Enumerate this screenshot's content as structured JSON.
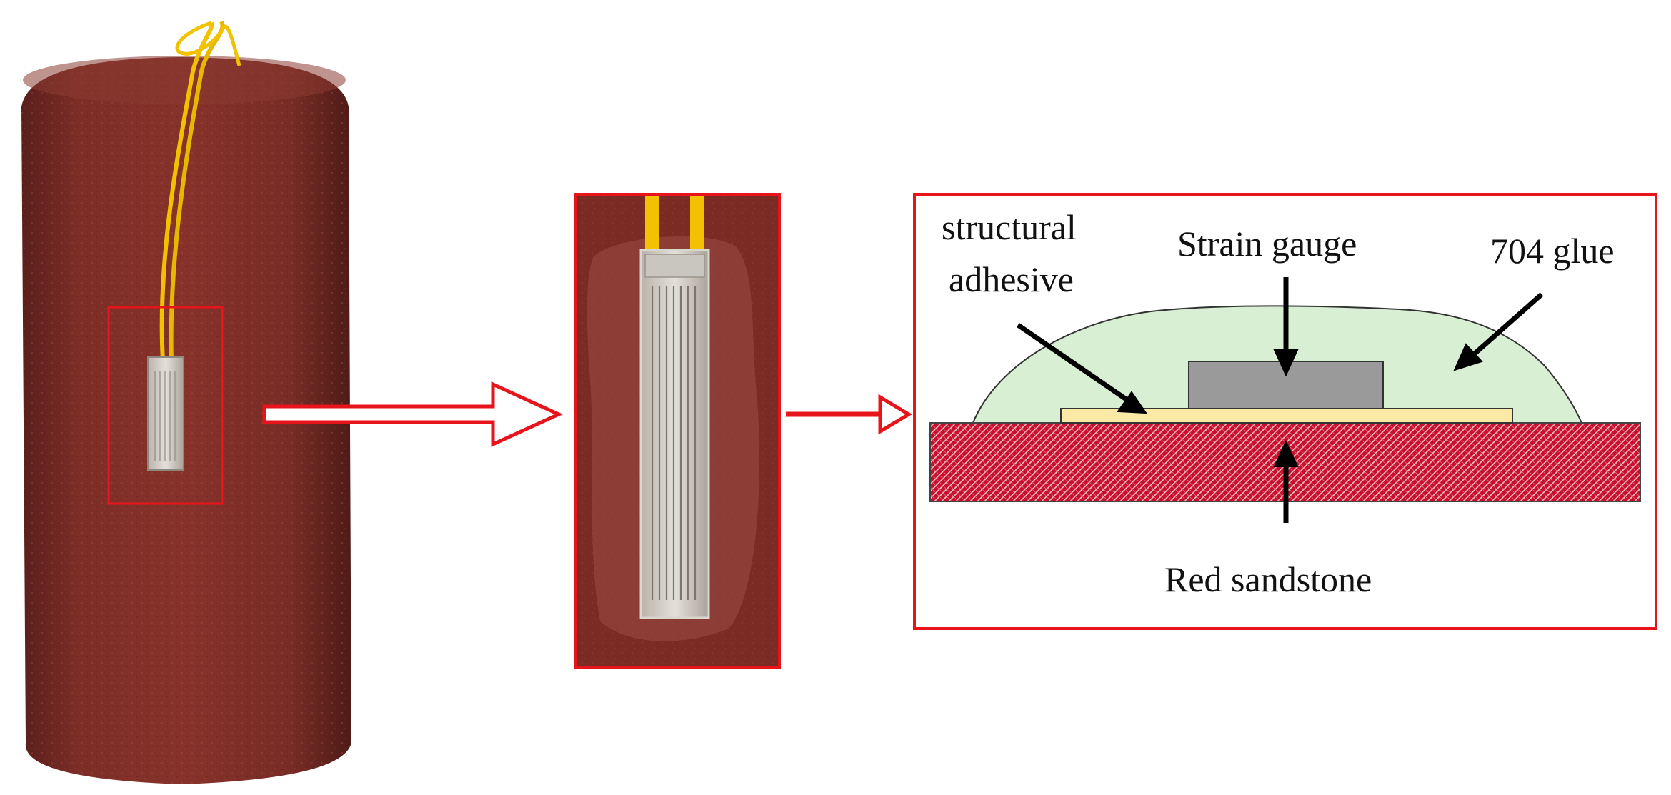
{
  "labels": {
    "structural_adhesive_line1": "structural",
    "structural_adhesive_line2": "adhesive",
    "strain_gauge": "Strain gauge",
    "glue": "704 glue",
    "red_sandstone": "Red sandstone"
  },
  "colors": {
    "sandstone": "#7a2b24",
    "sandstone_dark": "#5f1f1a",
    "highlight_box": "#e8141c",
    "arrow": "#e8141c",
    "wire": "#f2c200",
    "gauge_foil": "#c9c6c0",
    "glue_fill": "#d8efd4",
    "adhesive_fill": "#fbe9a6",
    "gauge_block": "#9a9a9a",
    "sandstone_hatch_bg": "#c8102e",
    "sandstone_hatch_fg": "#f3c2c2"
  }
}
